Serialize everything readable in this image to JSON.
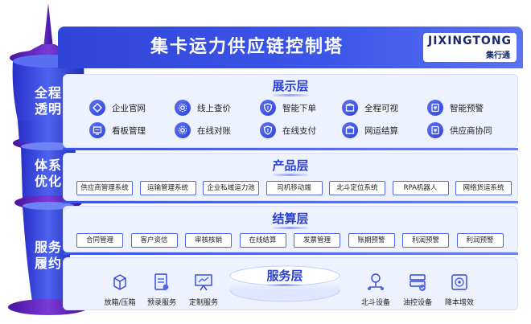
{
  "header": {
    "title": "集卡运力供应链控制塔",
    "logo_main": "JIXINGTONG",
    "logo_sub": "集行通"
  },
  "tower": {
    "labels": [
      {
        "line1": "全程",
        "line2": "透明"
      },
      {
        "line1": "体系",
        "line2": "优化"
      },
      {
        "line1": "服务",
        "line2": "履约"
      }
    ]
  },
  "display_layer": {
    "title": "展示层",
    "items": [
      {
        "label": "企业官网",
        "icon": "diamond-icon"
      },
      {
        "label": "线上查价",
        "icon": "gear-icon"
      },
      {
        "label": "智能下单",
        "icon": "shield-icon"
      },
      {
        "label": "全程可视",
        "icon": "box-icon"
      },
      {
        "label": "智能预警",
        "icon": "badge-icon"
      },
      {
        "label": "看板管理",
        "icon": "board-icon"
      },
      {
        "label": "在线对账",
        "icon": "gear-icon"
      },
      {
        "label": "在线支付",
        "icon": "shield-icon"
      },
      {
        "label": "网运结算",
        "icon": "box-icon"
      },
      {
        "label": "供应商协同",
        "icon": "badge-icon"
      }
    ]
  },
  "product_layer": {
    "title": "产品层",
    "items": [
      "供应商管理系统",
      "运输管理系统",
      "企业私域运力池",
      "司机移动端",
      "北斗定位系统",
      "RPA机器人",
      "网络货运系统"
    ]
  },
  "settlement_layer": {
    "title": "结算层",
    "items": [
      "合同管理",
      "客户资信",
      "审核核销",
      "在线结算",
      "发票管理",
      "账期预警",
      "利润预警",
      "利润预警"
    ]
  },
  "service_layer": {
    "title": "服务层",
    "left_items": [
      {
        "label": "放箱/压箱",
        "icon": "container-icon"
      },
      {
        "label": "预录服务",
        "icon": "document-icon"
      },
      {
        "label": "定制服务",
        "icon": "presentation-icon"
      }
    ],
    "right_items": [
      {
        "label": "北斗设备",
        "icon": "network-icon"
      },
      {
        "label": "油控设备",
        "icon": "device-icon"
      },
      {
        "label": "降本增效",
        "icon": "efficiency-icon"
      }
    ]
  },
  "colors": {
    "primary": "#2f45d8",
    "accent": "#4f66ee",
    "tower_purple": "#5a1fa8",
    "layer_bg": "#eef2ff"
  }
}
